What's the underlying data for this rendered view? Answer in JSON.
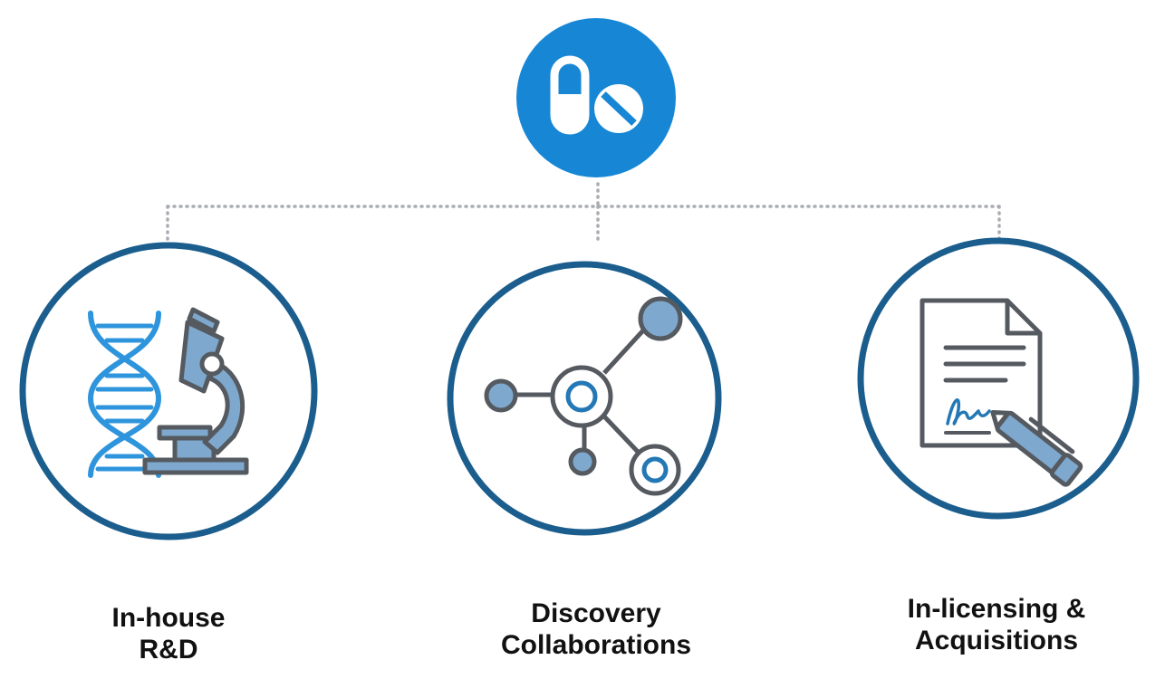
{
  "colors": {
    "primary_blue": "#1787d5",
    "ring_navy": "#1b5e8e",
    "icon_gray": "#555a60",
    "icon_light_blue": "#7ea8cd",
    "dna_blue": "#2e95dc",
    "connector_gray": "#a9adb2",
    "text": "#111111"
  },
  "root": {
    "icon": "pill-and-tablet-icon"
  },
  "branches": [
    {
      "icon": "dna-microscope-icon",
      "label_lines": [
        "In-house",
        "R&D"
      ]
    },
    {
      "icon": "network-nodes-icon",
      "label_lines": [
        "Discovery",
        "Collaborations"
      ]
    },
    {
      "icon": "document-signature-pen-icon",
      "label_lines": [
        "In-licensing &",
        "Acquisitions"
      ]
    }
  ]
}
